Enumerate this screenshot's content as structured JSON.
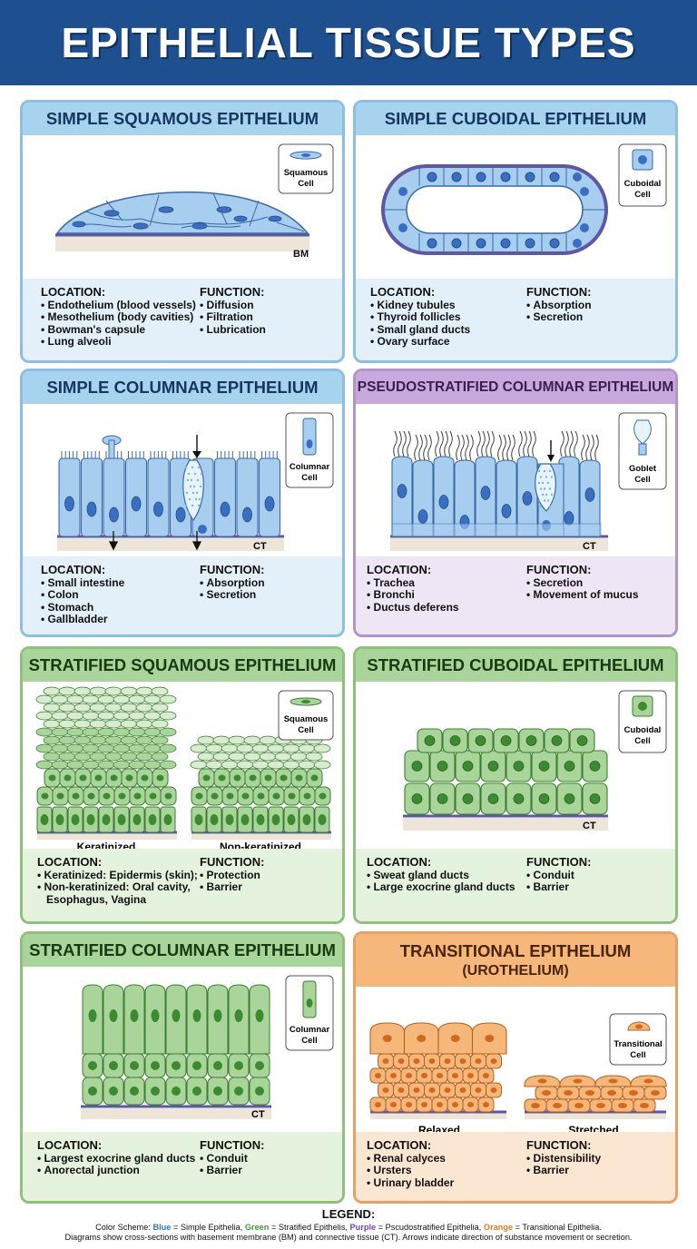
{
  "title": "EPITHELIAL TISSUE TYPES",
  "colors": {
    "simple": "#a8d3ef",
    "stratified": "#a9d59a",
    "pseudostratified": "#c7a9dc",
    "transitional": "#f5b77a"
  },
  "panels": {
    "simple_squamous": {
      "title": "SIMPLE SQUAMOUS EPITHELIUM",
      "cell_label": [
        "Squamous",
        "Cell"
      ],
      "bm_label": "BM",
      "location_label": "LOCATION:",
      "locations": [
        "Endothelium (blood vessels)",
        "Mesothelium (body cavities)",
        "Bowman's capsule",
        "Lung alveoli"
      ],
      "function_label": "FUNCTION:",
      "functions": [
        "Diffusion",
        "Filtration",
        "Lubrication"
      ]
    },
    "simple_cuboidal": {
      "title": "SIMPLE CUBOIDAL EPITHELIUM",
      "cell_label": [
        "Cuboidal",
        "Cell"
      ],
      "location_label": "LOCATION:",
      "locations": [
        "Kidney tubules",
        "Thyroid follicles",
        "Small gland ducts",
        "Ovary surface"
      ],
      "function_label": "FUNCTION:",
      "functions": [
        "Absorption",
        "Secretion"
      ]
    },
    "simple_columnar": {
      "title": "SIMPLE COLUMNAR EPITHELIUM",
      "cell_label": [
        "Columnar",
        "Cell"
      ],
      "ct_label": "CT",
      "location_label": "LOCATION:",
      "locations": [
        "Small intestine",
        "Colon",
        "Stomach",
        "Gallbladder"
      ],
      "function_label": "FUNCTION:",
      "functions": [
        "Absorption",
        "Secretion"
      ]
    },
    "pseudostratified": {
      "title": "PSEUDOSTRATIFIED COLUMNAR EPITHELIUM",
      "cell_label": [
        "Goblet",
        "Cell"
      ],
      "ct_label": "CT",
      "location_label": "LOCATION:",
      "locations": [
        "Trachea",
        "Bronchi",
        "Ductus deferens"
      ],
      "function_label": "FUNCTION:",
      "functions": [
        "Secretion",
        "Movement of mucus"
      ]
    },
    "stratified_squamous": {
      "title": "STRATIFIED SQUAMOUS EPITHELIUM",
      "cell_label": [
        "Squamous",
        "Cell"
      ],
      "sub_labels": [
        "Keratinized",
        "Non-keratinized"
      ],
      "location_label": "LOCATION:",
      "locations": [
        "Keratinized: Epidermis (skin);",
        "Non-keratinized: Oral cavity, Esophagus, Vagina"
      ],
      "function_label": "FUNCTION:",
      "functions": [
        "Protection",
        "Barrier"
      ]
    },
    "stratified_cuboidal": {
      "title": "STRATIFIED CUBOIDAL EPITHELIUM",
      "cell_label": [
        "Cuboidal",
        "Cell"
      ],
      "ct_label": "CT",
      "location_label": "LOCATION:",
      "locations": [
        "Sweat gland ducts",
        "Large exocrine gland ducts"
      ],
      "function_label": "FUNCTION:",
      "functions": [
        "Conduit",
        "Barrier"
      ]
    },
    "stratified_columnar": {
      "title": "STRATIFIED COLUMNAR EPITHELIUM",
      "cell_label": [
        "Columnar",
        "Cell"
      ],
      "ct_label": "CT",
      "location_label": "LOCATION:",
      "locations": [
        "Largest exocrine gland ducts",
        "Anorectal junction"
      ],
      "function_label": "FUNCTION:",
      "functions": [
        "Conduit",
        "Barrier"
      ]
    },
    "transitional": {
      "title": "TRANSITIONAL EPITHELIUM",
      "subtitle": "(UROTHELIUM)",
      "cell_label": [
        "Transitional",
        "Cell"
      ],
      "sub_labels": [
        "Relaxed",
        "Stretched"
      ],
      "location_label": "LOCATION:",
      "locations": [
        "Renal calyces",
        "Ursters",
        "Urinary bladder"
      ],
      "function_label": "FUNCTION:",
      "functions": [
        "Distensibility",
        "Barrier"
      ]
    }
  },
  "legend": {
    "title": "LEGEND:",
    "scheme_label": "Color Scheme:",
    "blue": "Blue",
    "blue_desc": "= Simple Epithelia,",
    "green": "Green",
    "green_desc": "= Stratified Epithelis,",
    "purple": "Purple",
    "purple_desc": "= Pscudostratified Epithelia,",
    "orange": "Orange",
    "orange_desc": "= Transitional Epithelia.",
    "note": "Diagrams show cross-sections with basement membrane (BM) and connective tissue (CT). Arrows indicate direction of substance movement or secretion."
  }
}
